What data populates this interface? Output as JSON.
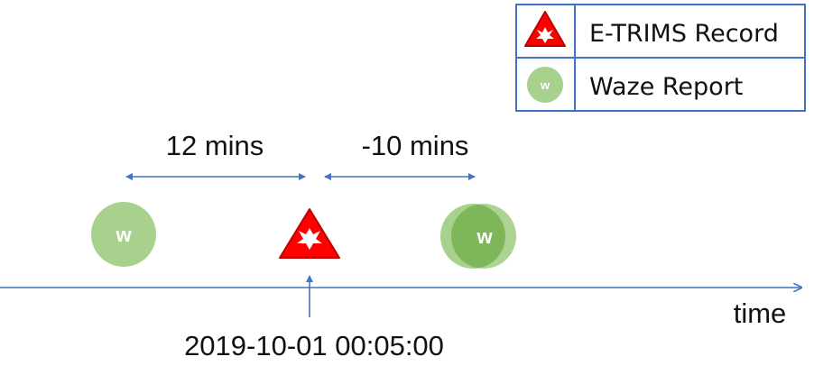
{
  "legend": {
    "items": [
      {
        "icon": "explosion-warning-triangle-icon",
        "label": "E-TRIMS Record"
      },
      {
        "icon": "waze-circle-icon",
        "label": "Waze Report"
      }
    ],
    "border_color": "#4472c4"
  },
  "timeline": {
    "axis_label": "time",
    "anchor_time": "2019-10-01 00:05:00",
    "intervals": [
      {
        "label": "12 mins"
      },
      {
        "label": "-10 mins"
      }
    ]
  },
  "markers": {
    "waze_letter": "w"
  },
  "colors": {
    "waze_light": "#a9d18e",
    "waze_dark": "#70ad47",
    "etrims_red": "#ff0000",
    "etrims_border": "#c00000",
    "axis_blue": "#4472c4"
  }
}
